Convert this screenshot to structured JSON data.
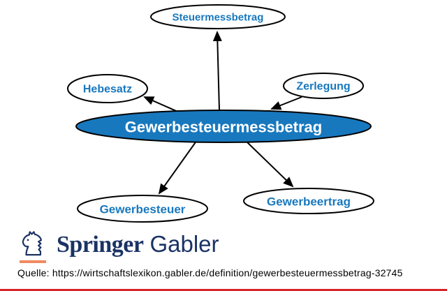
{
  "diagram": {
    "center": {
      "label": "Gewerbesteuermessbetrag"
    },
    "nodes": [
      {
        "label": "Steuermessbetrag"
      },
      {
        "label": "Hebesatz"
      },
      {
        "label": "Zerlegung"
      },
      {
        "label": "Gewerbesteuer"
      },
      {
        "label": "Gewerbeertrag"
      }
    ],
    "edges": [
      {
        "from": "Gewerbesteuermessbetrag",
        "to": "Steuermessbetrag"
      },
      {
        "from": "Gewerbesteuermessbetrag",
        "to": "Hebesatz"
      },
      {
        "from": "Zerlegung",
        "to": "Gewerbesteuermessbetrag"
      },
      {
        "from": "Gewerbesteuermessbetrag",
        "to": "Gewerbesteuer"
      },
      {
        "from": "Gewerbesteuermessbetrag",
        "to": "Gewerbeertrag"
      }
    ],
    "colors": {
      "node_fill": "#ffffff",
      "node_text": "#1878be",
      "center_fill": "#1878be",
      "center_text": "#ffffff",
      "stroke": "#000000"
    }
  },
  "logo": {
    "springer": "Springer",
    "gabler": "Gabler",
    "horse_icon": "chess-knight",
    "navy": "#1a3365",
    "orange": "#ef8a62"
  },
  "source": {
    "text": "Quelle: https://wirtschaftslexikon.gabler.de/definition/gewerbesteuermessbetrag-32745"
  },
  "page": {
    "background": "#ffffff",
    "bottom_rule_color": "#d8232a"
  }
}
